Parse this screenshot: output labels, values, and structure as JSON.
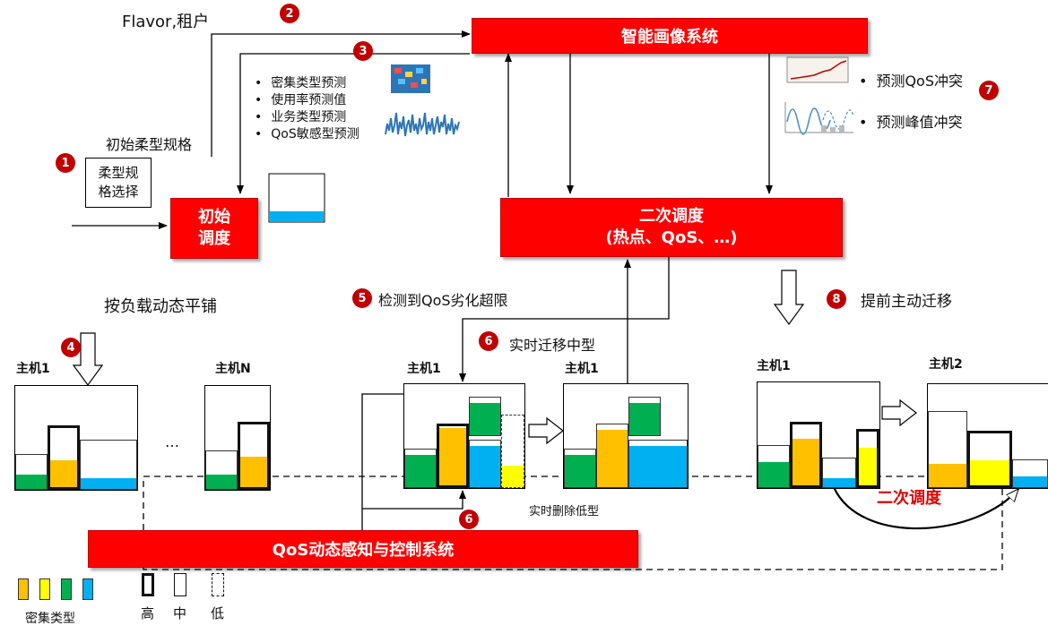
{
  "boxes": {
    "profile": "智能画像系统",
    "initial_line1": "初始",
    "initial_line2": "调度",
    "secondary_line1": "二次调度",
    "secondary_line2": "(热点、QoS、…)",
    "qos": "QoS动态感知与控制系统"
  },
  "flavor_label": "Flavor,租户",
  "initial_spec_label": "初始柔型规格",
  "spec_select_line1": "柔型规",
  "spec_select_line2": "格选择",
  "predictions": [
    "密集类型预测",
    "使用率预测值",
    "业务类型预测",
    "QoS敏感型预测"
  ],
  "conflicts": [
    "预测QoS冲突",
    "预测峰值冲突"
  ],
  "tile_label": "按负载动态平铺",
  "detect_label": "检测到QoS劣化超限",
  "migrate_mid_label": "实时迁移中型",
  "delete_low_label": "实时删除低型",
  "proactive_label": "提前主动迁移",
  "secondary_red_label": "二次调度",
  "ellipsis": "…",
  "hosts": {
    "h1": "主机1",
    "hn": "主机N",
    "h2": "主机2"
  },
  "badges": [
    "1",
    "2",
    "3",
    "4",
    "5",
    "6",
    "6",
    "7",
    "8"
  ],
  "legend": {
    "types_label": "密集类型",
    "high": "高",
    "mid": "中",
    "low": "低"
  },
  "colors": {
    "red": "#ff0000",
    "orange": "#ffc000",
    "yellow": "#ffff00",
    "green": "#00b050",
    "blue": "#00b0f0",
    "badge": "#c00000"
  }
}
